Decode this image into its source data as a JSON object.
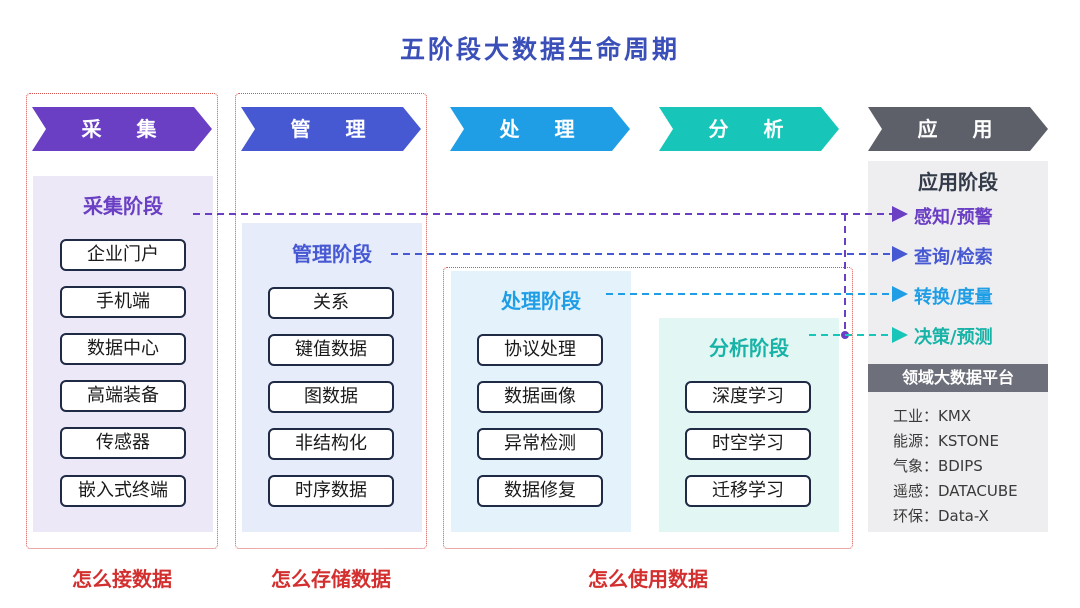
{
  "title": "五阶段大数据生命周期",
  "colors": {
    "collect": "#6a3fc4",
    "manage": "#4758d3",
    "process": "#1f9ee6",
    "analyze": "#18c6b9",
    "apply": "#5d5f69",
    "red_label": "#d32f2f"
  },
  "chevrons": [
    {
      "label": "采 集"
    },
    {
      "label": "管 理"
    },
    {
      "label": "处 理"
    },
    {
      "label": "分 析"
    },
    {
      "label": "应 用"
    }
  ],
  "stages": {
    "collect": {
      "title": "采集阶段",
      "items": [
        "企业门户",
        "手机端",
        "数据中心",
        "高端装备",
        "传感器",
        "嵌入式终端"
      ]
    },
    "manage": {
      "title": "管理阶段",
      "items": [
        "关系",
        "键值数据",
        "图数据",
        "非结构化",
        "时序数据"
      ]
    },
    "process": {
      "title": "处理阶段",
      "items": [
        "协议处理",
        "数据画像",
        "异常检测",
        "数据修复"
      ]
    },
    "analyze": {
      "title": "分析阶段",
      "items": [
        "深度学习",
        "时空学习",
        "迁移学习"
      ]
    },
    "apply": {
      "title": "应用阶段",
      "items": [
        "感知/预警",
        "查询/检索",
        "转换/度量",
        "决策/预测"
      ],
      "platform_title": "领域大数据平台",
      "platforms": [
        "工业：KMX",
        "能源：KSTONE",
        "气象：BDIPS",
        "遥感：DATACUBE",
        "环保：Data-X"
      ]
    }
  },
  "bottom_labels": [
    "怎么接数据",
    "怎么存储数据",
    "怎么使用数据"
  ]
}
